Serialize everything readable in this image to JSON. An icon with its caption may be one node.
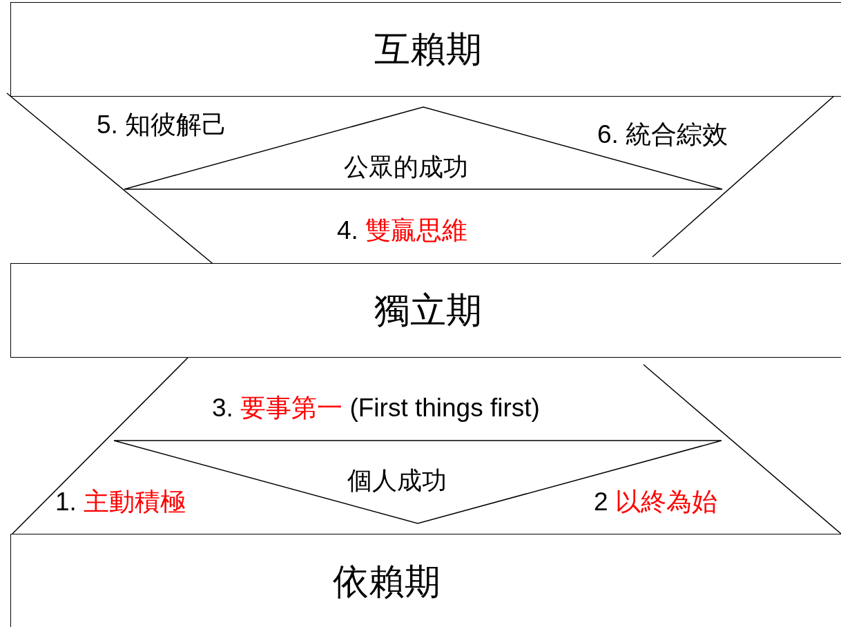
{
  "diagram": {
    "nodes": [
      {
        "text": [
          "互賴期"
        ]
      },
      {
        "text": [
          "公眾的成功"
        ]
      },
      {
        "text": [
          "獨立期"
        ]
      },
      {
        "text": [
          "個人成功"
        ]
      },
      {
        "text": [
          "依賴期"
        ]
      }
    ],
    "labels": [
      "5. 知彼解己",
      "6. 統合綜效",
      "4. 雙贏思維",
      "3. 要事第一 (First things first)",
      "1. 主動積極",
      "2 以終為始"
    ]
  }
}
